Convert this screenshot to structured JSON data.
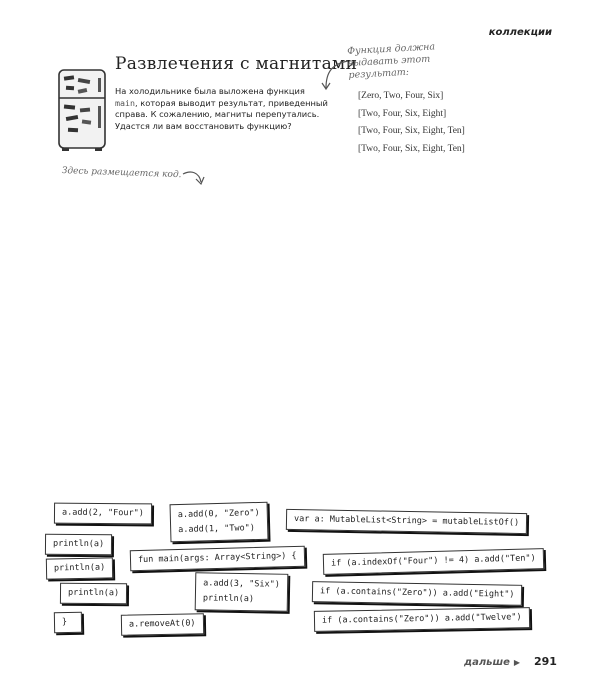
{
  "header": {
    "chapter": "коллекции"
  },
  "title": "Развлечения с магнитами",
  "intro": {
    "before": "На холодильнике была выложена функция ",
    "code": "main",
    "after": ", которая выводит результат, приведенный справа. К сожалению, магниты перепутались. Удастся ли вам восстановить функцию?"
  },
  "annotation": {
    "output_note": "Функция должна выдавать этот результат:",
    "code_note": "Здесь размещается код."
  },
  "results": [
    "[Zero, Two, Four, Six]",
    "[Two, Four, Six, Eight]",
    "[Two, Four, Six, Eight, Ten]",
    "[Two, Four, Six, Eight, Ten]"
  ],
  "magnets": [
    "a.add(2, \"Four\")",
    "a.add(0, \"Zero\")",
    "a.add(1, \"Two\")",
    "var a: MutableList<String> = mutableListOf()",
    "println(a)",
    "println(a)",
    "fun main(args: Array<String>) {",
    "if (a.indexOf(\"Four\") != 4) a.add(\"Ten\")",
    "a.add(3, \"Six\")",
    "println(a)",
    "println(a)",
    "if (a.contains(\"Zero\")) a.add(\"Eight\")",
    "}",
    "a.removeAt(0)",
    "if (a.contains(\"Zero\")) a.add(\"Twelve\")"
  ],
  "footer": {
    "next": "дальше",
    "page_number": "291"
  }
}
